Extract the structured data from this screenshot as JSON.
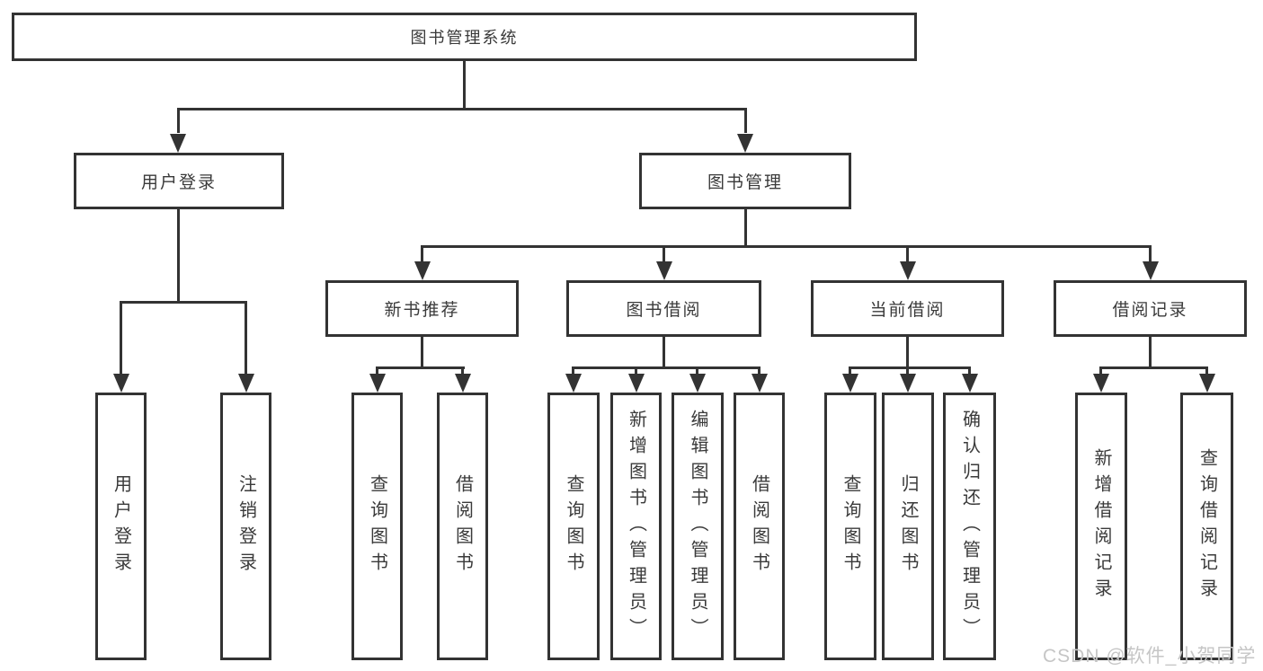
{
  "colors": {
    "line": "#333333",
    "box_border": "#333333",
    "text": "#3a3a3a",
    "watermark": "#c6c6c6"
  },
  "nodes": {
    "root": "图书管理系统",
    "level2": {
      "user_login": "用户登录",
      "book_management": "图书管理"
    },
    "level3": {
      "new_book_recommend": "新书推荐",
      "book_borrowing": "图书借阅",
      "current_borrowing": "当前借阅",
      "borrowing_records": "借阅记录"
    },
    "leaves": {
      "user_login": "用户登录",
      "logout": "注销登录",
      "recommend_query_books": "查询图书",
      "recommend_borrow_books": "借阅图书",
      "borrowing_query_books": "查询图书",
      "borrowing_add_books": "新增图书（管理员）",
      "borrowing_edit_books": "编辑图书（管理员）",
      "borrowing_borrow_books": "借阅图书",
      "current_query_books": "查询图书",
      "current_return_books": "归还图书",
      "current_confirm_return": "确认归还（管理员）",
      "records_add_record": "新增借阅记录",
      "records_query_record": "查询借阅记录"
    }
  },
  "watermark": "CSDN @软件_小贺同学"
}
